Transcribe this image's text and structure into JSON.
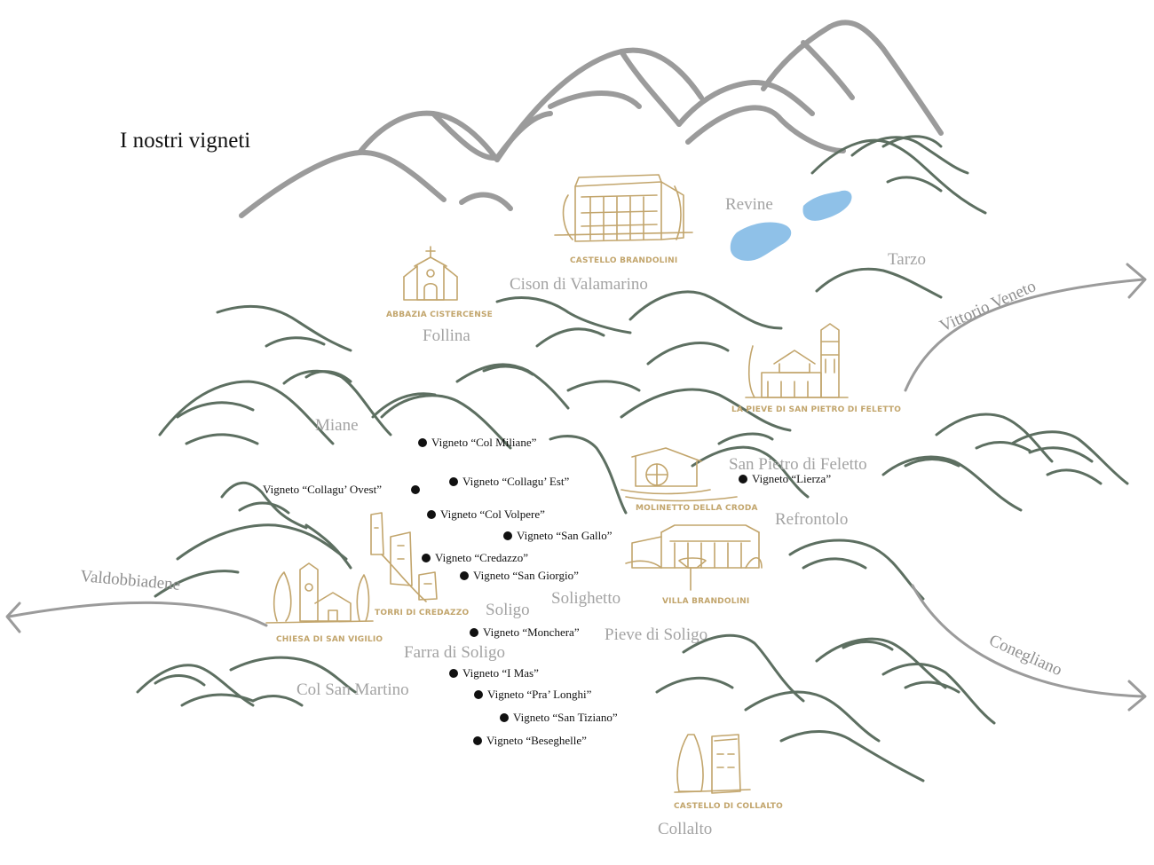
{
  "map": {
    "title": "I nostri vigneti",
    "towns": {
      "revine": "Revine",
      "tarzo": "Tarzo",
      "cison": "Cison di Valamarino",
      "follina": "Follina",
      "miane": "Miane",
      "san_pietro": "San Pietro di Feletto",
      "refrontolo": "Refrontolo",
      "solighetto": "Solighetto",
      "soligo": "Soligo",
      "farra": "Farra di Soligo",
      "pieve": "Pieve di Soligo",
      "col_san_martino": "Col San Martino",
      "collalto": "Collalto"
    },
    "roads": {
      "vittorio_veneto": "Vittorio Veneto",
      "valdobbiadene": "Valdobbiadene",
      "conegliano": "Conegliano"
    },
    "landmarks": {
      "castello_brandolini": "CASTELLO BRANDOLINI",
      "abbazia": "ABBAZIA CISTERCENSE",
      "pieve_san_pietro": "LA PIEVE DI SAN PIETRO DI FELETTO",
      "molinetto": "MOLINETTO DELLA CRODA",
      "villa_brandolini": "VILLA BRANDOLINI",
      "torri_credazzo": "TORRI DI CREDAZZO",
      "chiesa_san_vigilio": "CHIESA DI SAN VIGILIO",
      "castello_collalto": "CASTELLO DI COLLALTO"
    },
    "vineyards": {
      "col_miliane": "Vigneto “Col Miliane”",
      "collagu_est": "Vigneto “Collagu’ Est”",
      "collagu_ovest": "Vigneto “Collagu’ Ovest”",
      "col_volpere": "Vigneto “Col Volpere”",
      "san_gallo": "Vigneto “San Gallo”",
      "credazzo": "Vigneto “Credazzo”",
      "san_giorgio": "Vigneto “San Giorgio”",
      "lierza": "Vigneto “Lierza”",
      "monchera": "Vigneto “Monchera”",
      "i_mas": "Vigneto “I Mas”",
      "pra_longhi": "Vigneto “Pra’ Longhi”",
      "san_tiziano": "Vigneto “San Tiziano”",
      "beseghelle": "Vigneto “Beseghelle”"
    },
    "colors": {
      "mountains": "#9b9b9b",
      "hills": "#5d6f61",
      "landmarks": "#c2a56c",
      "lakes": "#8fc1e8",
      "town_labels": "#a3a3a3",
      "vineyard_dots": "#111111"
    }
  }
}
